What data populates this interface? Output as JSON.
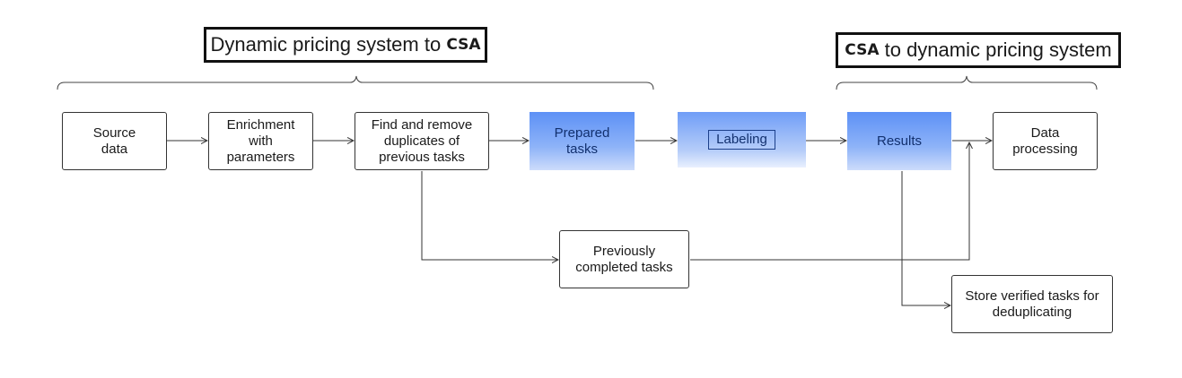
{
  "headers": {
    "left": {
      "prefix": "Dynamic pricing system to ",
      "emphasis": "CSA",
      "suffix": ""
    },
    "right": {
      "prefix": "",
      "emphasis": "CSA",
      "suffix": " to dynamic pricing system"
    }
  },
  "nodes": {
    "source_data": "Source\ndata",
    "enrichment": "Enrichment\nwith\nparameters",
    "find_duplicates": "Find and remove\nduplicates of\nprevious tasks",
    "prepared_tasks": "Prepared\ntasks",
    "labeling": "Labeling",
    "results": "Results",
    "data_processing": "Data\nprocessing",
    "previously_completed": "Previously\ncompleted tasks",
    "store_verified": "Store verified tasks for\ndeduplicating"
  },
  "colors": {
    "accent_blue": "#5d91f6",
    "text_blue": "#12306e",
    "line": "#333333"
  }
}
